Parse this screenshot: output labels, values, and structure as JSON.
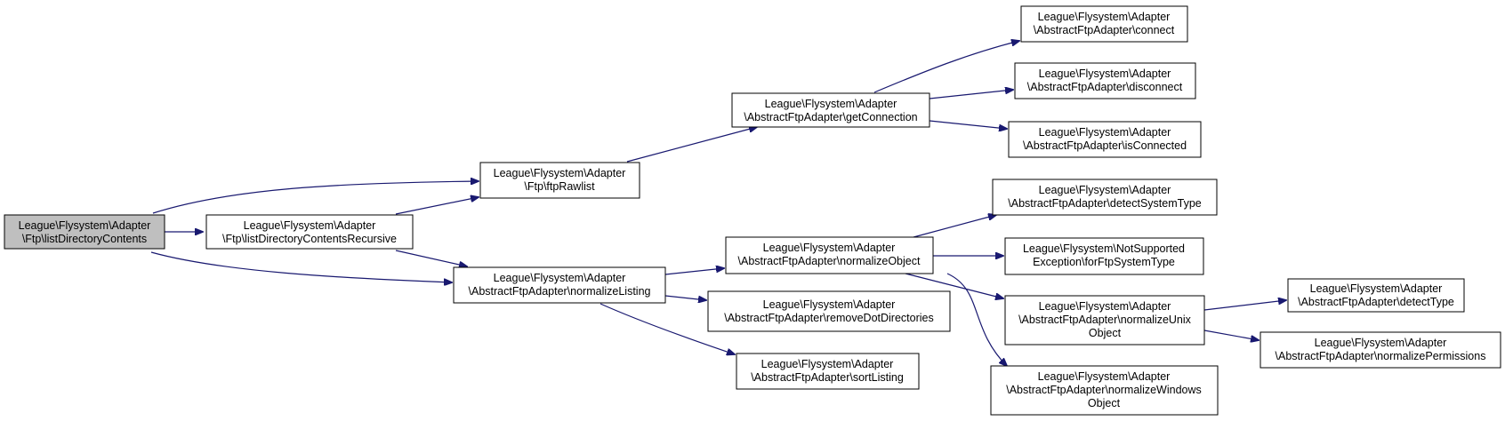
{
  "colors": {
    "node_fill": "#ffffff",
    "root_fill": "#bfbfbf",
    "border": "#000000",
    "edge": "#191970"
  },
  "nodes": {
    "list_directory_contents": [
      "League\\Flysystem\\Adapter",
      "\\Ftp\\listDirectoryContents"
    ],
    "list_directory_contents_recursive": [
      "League\\Flysystem\\Adapter",
      "\\Ftp\\listDirectoryContentsRecursive"
    ],
    "ftp_rawlist": [
      "League\\Flysystem\\Adapter",
      "\\Ftp\\ftpRawlist"
    ],
    "normalize_listing": [
      "League\\Flysystem\\Adapter",
      "\\AbstractFtpAdapter\\normalizeListing"
    ],
    "get_connection": [
      "League\\Flysystem\\Adapter",
      "\\AbstractFtpAdapter\\getConnection"
    ],
    "normalize_object": [
      "League\\Flysystem\\Adapter",
      "\\AbstractFtpAdapter\\normalizeObject"
    ],
    "remove_dot_directories": [
      "League\\Flysystem\\Adapter",
      "\\AbstractFtpAdapter\\removeDotDirectories"
    ],
    "sort_listing": [
      "League\\Flysystem\\Adapter",
      "\\AbstractFtpAdapter\\sortListing"
    ],
    "connect": [
      "League\\Flysystem\\Adapter",
      "\\AbstractFtpAdapter\\connect"
    ],
    "disconnect": [
      "League\\Flysystem\\Adapter",
      "\\AbstractFtpAdapter\\disconnect"
    ],
    "is_connected": [
      "League\\Flysystem\\Adapter",
      "\\AbstractFtpAdapter\\isConnected"
    ],
    "detect_system_type": [
      "League\\Flysystem\\Adapter",
      "\\AbstractFtpAdapter\\detectSystemType"
    ],
    "not_supported_exception": [
      "League\\Flysystem\\NotSupported",
      "Exception\\forFtpSystemType"
    ],
    "normalize_unix_object": [
      "League\\Flysystem\\Adapter",
      "\\AbstractFtpAdapter\\normalizeUnix",
      "Object"
    ],
    "normalize_windows_object": [
      "League\\Flysystem\\Adapter",
      "\\AbstractFtpAdapter\\normalizeWindows",
      "Object"
    ],
    "detect_type": [
      "League\\Flysystem\\Adapter",
      "\\AbstractFtpAdapter\\detectType"
    ],
    "normalize_permissions": [
      "League\\Flysystem\\Adapter",
      "\\AbstractFtpAdapter\\normalizePermissions"
    ]
  }
}
